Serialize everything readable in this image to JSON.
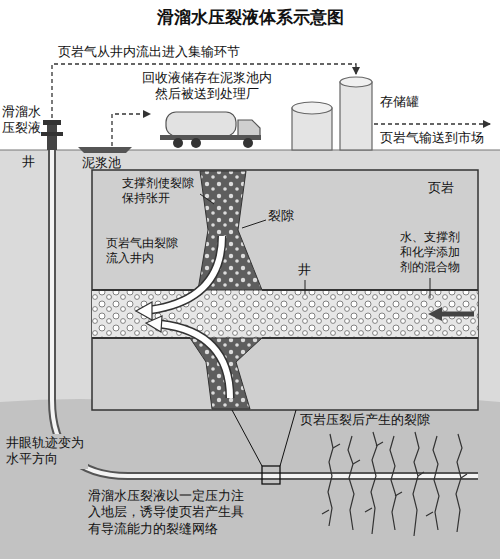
{
  "diagram": {
    "title": "滑溜水压裂液体系示意图",
    "labels": [
      "页岩气从井内流出进入集输环节",
      "回收液储存在泥浆池内然后被送到处理厂",
      "存储罐",
      "滑溜水压裂液",
      "页岩气输送到市场",
      "井",
      "泥浆池",
      "支撑剂使裂隙保持张开",
      "页岩",
      "裂隙",
      "页岩气由裂隙流入井内",
      "井",
      "水、支撑剂和化学添加剂的混合物",
      "页岩压裂后产生的裂隙",
      "井眼轨迹变为水平方向",
      "滑溜水压裂液以一定压力注入地层，诱导使页岩产生具有导流能力的裂缝网络"
    ]
  }
}
